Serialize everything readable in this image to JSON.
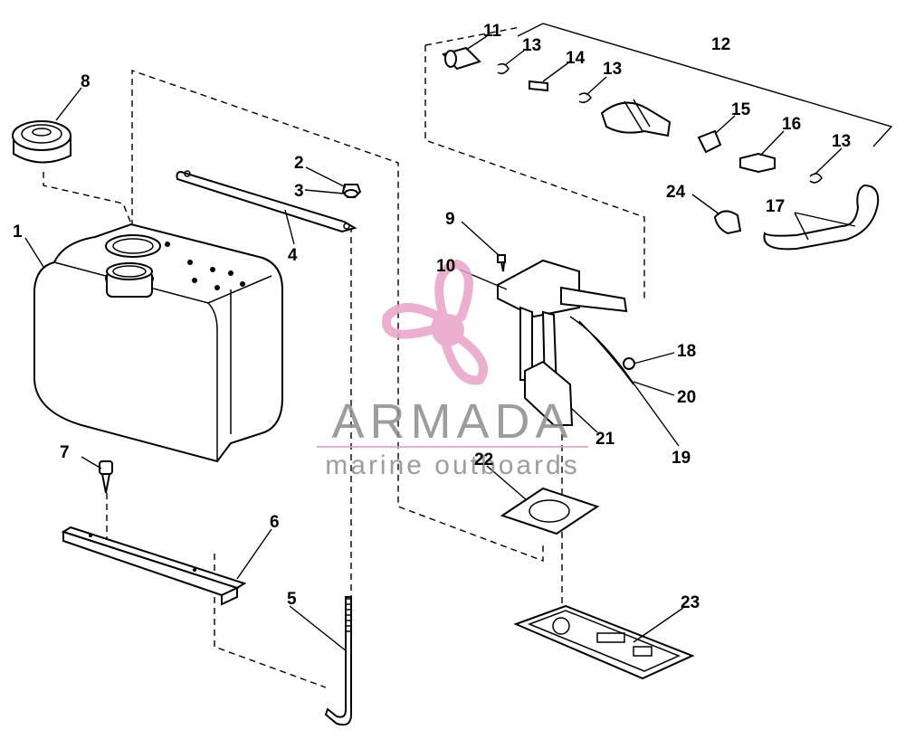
{
  "callouts": [
    {
      "id": "1",
      "text": "1"
    },
    {
      "id": "2",
      "text": "2"
    },
    {
      "id": "3",
      "text": "3"
    },
    {
      "id": "4",
      "text": "4"
    },
    {
      "id": "5",
      "text": "5"
    },
    {
      "id": "6",
      "text": "6"
    },
    {
      "id": "7",
      "text": "7"
    },
    {
      "id": "8",
      "text": "8"
    },
    {
      "id": "9",
      "text": "9"
    },
    {
      "id": "10",
      "text": "10"
    },
    {
      "id": "11",
      "text": "11"
    },
    {
      "id": "12",
      "text": "12"
    },
    {
      "id": "13a",
      "text": "13"
    },
    {
      "id": "13b",
      "text": "13"
    },
    {
      "id": "13c",
      "text": "13"
    },
    {
      "id": "14",
      "text": "14"
    },
    {
      "id": "15",
      "text": "15"
    },
    {
      "id": "16",
      "text": "16"
    },
    {
      "id": "17",
      "text": "17"
    },
    {
      "id": "18",
      "text": "18"
    },
    {
      "id": "19",
      "text": "19"
    },
    {
      "id": "20",
      "text": "20"
    },
    {
      "id": "21",
      "text": "21"
    },
    {
      "id": "22",
      "text": "22"
    },
    {
      "id": "23",
      "text": "23"
    },
    {
      "id": "24",
      "text": "24"
    }
  ],
  "watermark": {
    "brand": "ARMADA",
    "tagline": "marine outboards",
    "color": "#e8a3c7",
    "logo_icon": "propeller-icon"
  }
}
